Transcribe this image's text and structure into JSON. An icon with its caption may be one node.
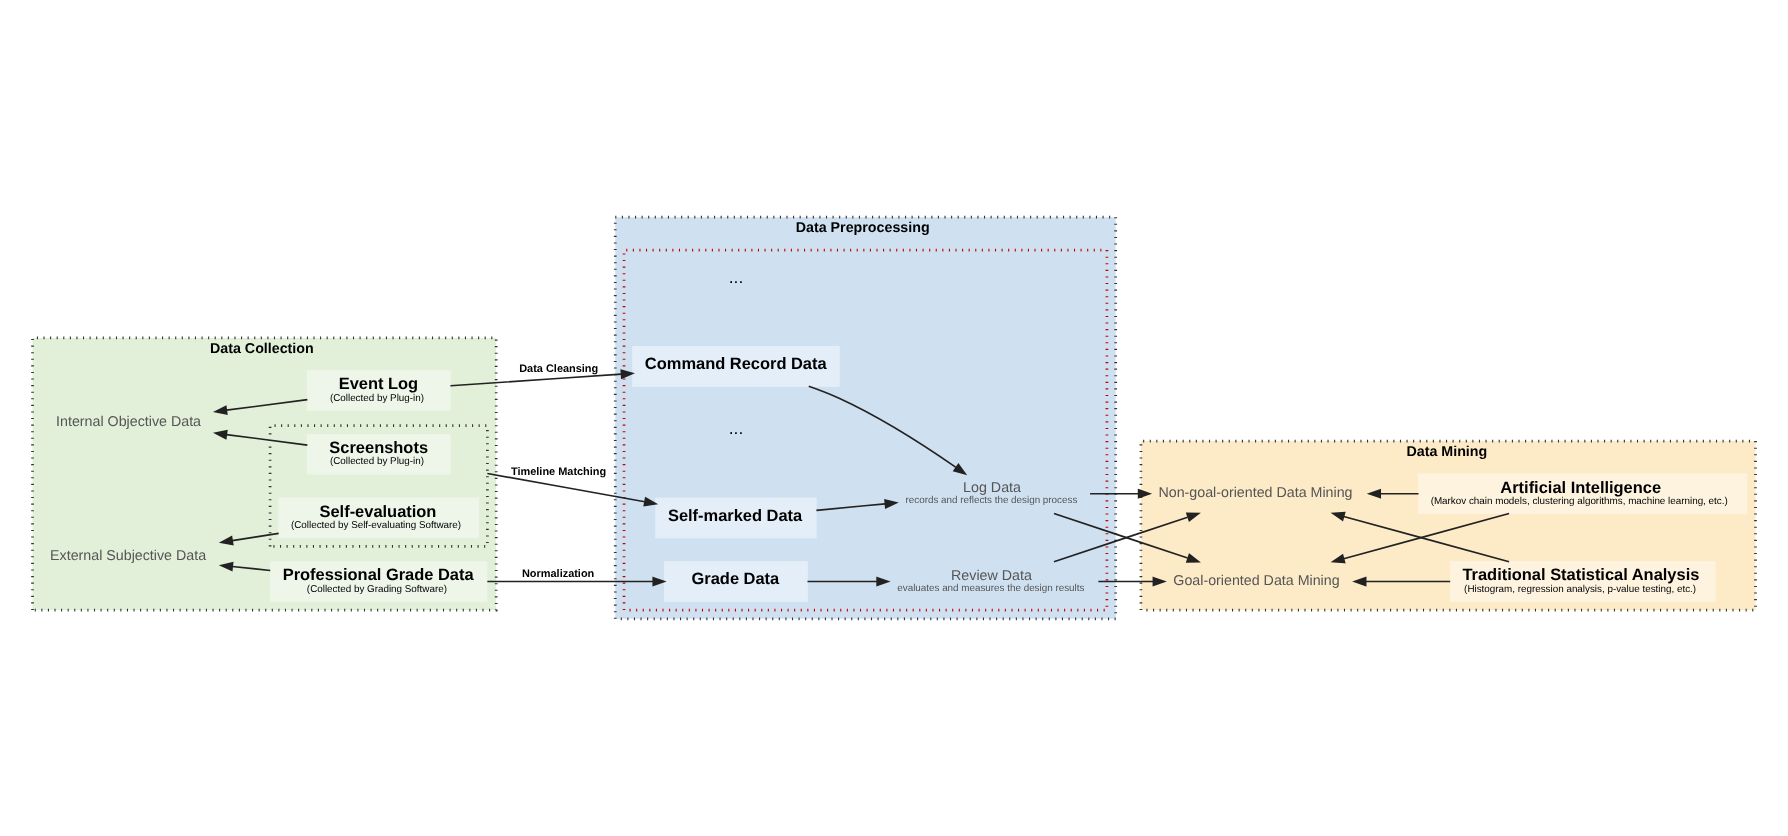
{
  "diagram": {
    "nodes": [
      {
        "text": [
          "Data Collection"
        ]
      },
      {
        "text": [
          "Event Log",
          "(Collected by Plug-in)"
        ],
        "in": 0
      },
      {
        "text": [],
        "shape": "box",
        "in": 0
      },
      {
        "text": [
          "Screenshots",
          "(Collected by Plug-in)"
        ],
        "in": 2
      },
      {
        "text": [
          "Self-evaluation",
          "(Collected by Self-evaluating Software)"
        ],
        "in": 2
      },
      {
        "text": [
          "Professional Grade Data",
          "(Collected by Grading Software)"
        ],
        "in": 0
      },
      {
        "text": [
          "Internal Objective Data"
        ],
        "in": 0
      },
      {
        "text": [
          "External Subjective Data"
        ],
        "in": 0
      },
      {
        "text": [
          "Data Preprocessing"
        ]
      },
      {
        "text": [],
        "shape": "box",
        "in": 8
      },
      {
        "text": [
          "Command Record Data"
        ],
        "in": 9
      },
      {
        "text": [
          "Self-marked Data"
        ],
        "in": 9
      },
      {
        "text": [
          "Grade Data"
        ],
        "in": 9
      },
      {
        "text": [
          "Log Data",
          "records and reflects the design process"
        ],
        "in": 9
      },
      {
        "text": [
          "Review Data",
          "evaluates and measures the design results"
        ],
        "in": 9
      },
      {
        "text": [
          "Data Mining"
        ]
      },
      {
        "text": [
          "Non-goal-oriented Data Mining"
        ],
        "in": 15
      },
      {
        "text": [
          "Traditional Statistical Analysis",
          "(Histogram, regression analysis, p-value testing, etc.)"
        ],
        "in": 15
      },
      {
        "text": [
          "Goal-oriented Data Mining"
        ],
        "in": 15
      },
      {
        "text": [
          "Artificial Intelligence",
          "(Markov chain models, clustering algorithms, machine learning, etc.)"
        ],
        "in": 15
      }
    ],
    "edges": [
      {
        "from": 1,
        "to": 6,
        "arrow": "to"
      },
      {
        "from": 3,
        "to": 6,
        "arrow": "to"
      },
      {
        "from": 4,
        "to": 7,
        "arrow": "to"
      },
      {
        "from": 5,
        "to": 7,
        "arrow": "to"
      },
      {
        "from": 1,
        "to": 10,
        "arrow": "to",
        "label": "Data Cleansing"
      },
      {
        "from": 2,
        "to": 11,
        "arrow": "to",
        "label": "Timeline Matching"
      },
      {
        "from": 5,
        "to": 12,
        "arrow": "to",
        "label": "Normalization"
      },
      {
        "from": 10,
        "to": 13,
        "arrow": "to"
      },
      {
        "from": 11,
        "to": 13,
        "arrow": "to"
      },
      {
        "from": 12,
        "to": 14,
        "arrow": "to"
      },
      {
        "from": 13,
        "to": 16,
        "arrow": "to"
      },
      {
        "from": 13,
        "to": 18,
        "arrow": "to"
      },
      {
        "from": 14,
        "to": 16,
        "arrow": "to"
      },
      {
        "from": 14,
        "to": 18,
        "arrow": "to"
      },
      {
        "from": 17,
        "to": 16,
        "arrow": "to"
      },
      {
        "from": 17,
        "to": 18,
        "arrow": "to"
      },
      {
        "from": 19,
        "to": 16,
        "arrow": "to"
      },
      {
        "from": 19,
        "to": 18,
        "arrow": "to"
      }
    ],
    "labels": [
      "...",
      "..."
    ]
  }
}
